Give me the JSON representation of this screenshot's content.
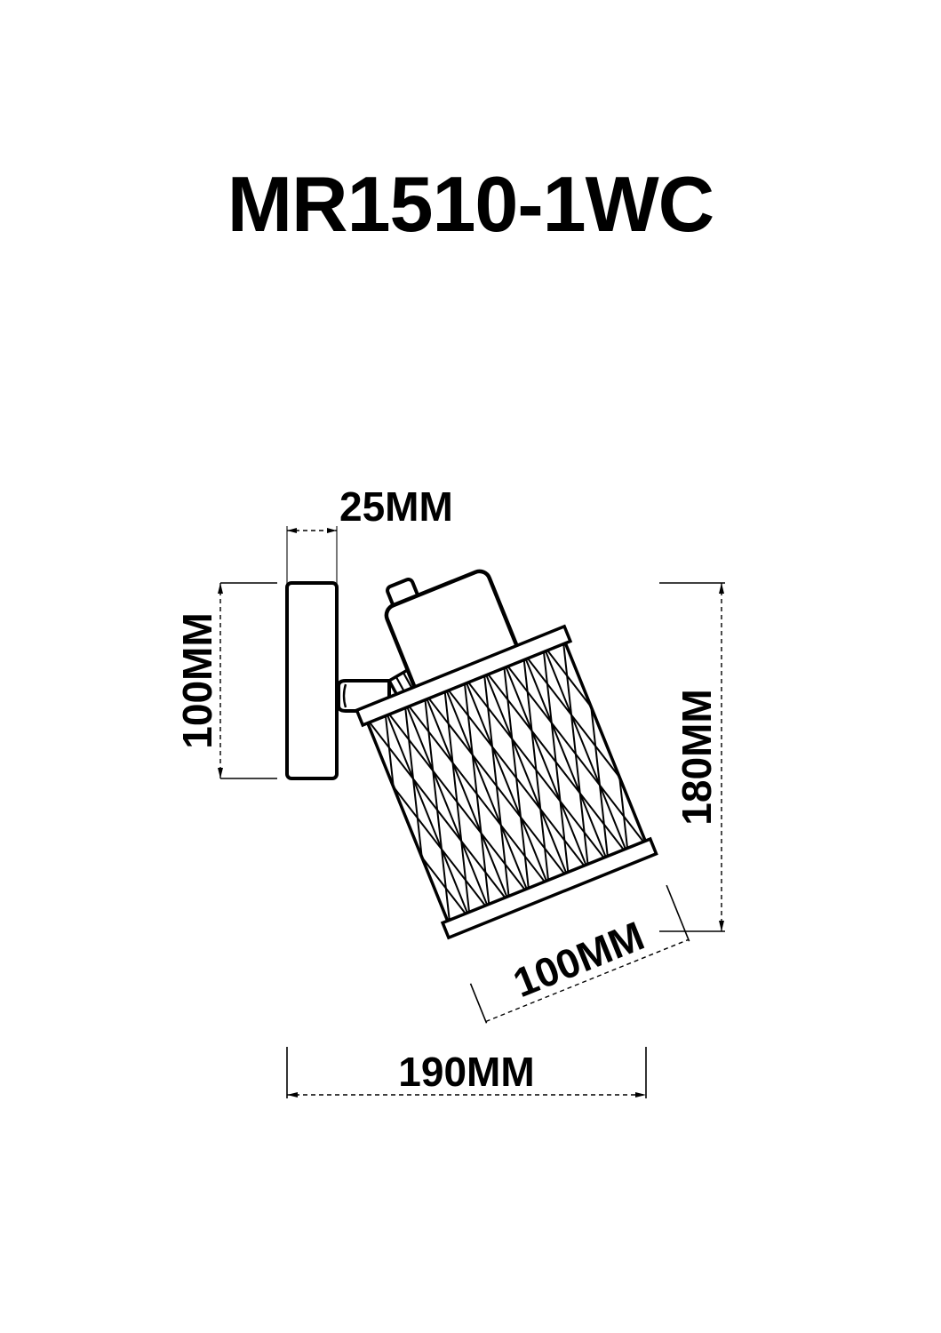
{
  "document": {
    "type": "technical-dimension-drawing",
    "product_code": "MR1510-1WC",
    "units": "MM",
    "background_color": "#ffffff",
    "line_color": "#000000"
  },
  "title": {
    "text": "MR1510-1WC"
  },
  "dimensions": {
    "wall_plate_depth": {
      "label": "25MM",
      "value": 25,
      "unit": "MM",
      "orientation": "horizontal",
      "position": "top"
    },
    "wall_plate_height": {
      "label": "100MM",
      "value": 100,
      "unit": "MM",
      "orientation": "vertical-rotated",
      "position": "left"
    },
    "overall_height": {
      "label": "180MM",
      "value": 180,
      "unit": "MM",
      "orientation": "vertical-rotated",
      "position": "right"
    },
    "shade_length": {
      "label": "100MM",
      "value": 100,
      "unit": "MM",
      "orientation": "diagonal",
      "position": "below-shade",
      "angle_deg": -22
    },
    "overall_width": {
      "label": "190MM",
      "value": 190,
      "unit": "MM",
      "orientation": "horizontal",
      "position": "bottom"
    }
  },
  "parts": {
    "wall_plate": "wall-mount-backplate",
    "arm": "mounting-arm",
    "collar": "swivel-collar",
    "socket_housing": "lamp-socket-housing",
    "socket_tab": "socket-tab",
    "shade": "latticed-cylindrical-shade",
    "shade_top_rim": "shade-top-rim",
    "shade_bottom_rim": "shade-bottom-rim",
    "lattice": "diamond-lattice-pattern"
  }
}
